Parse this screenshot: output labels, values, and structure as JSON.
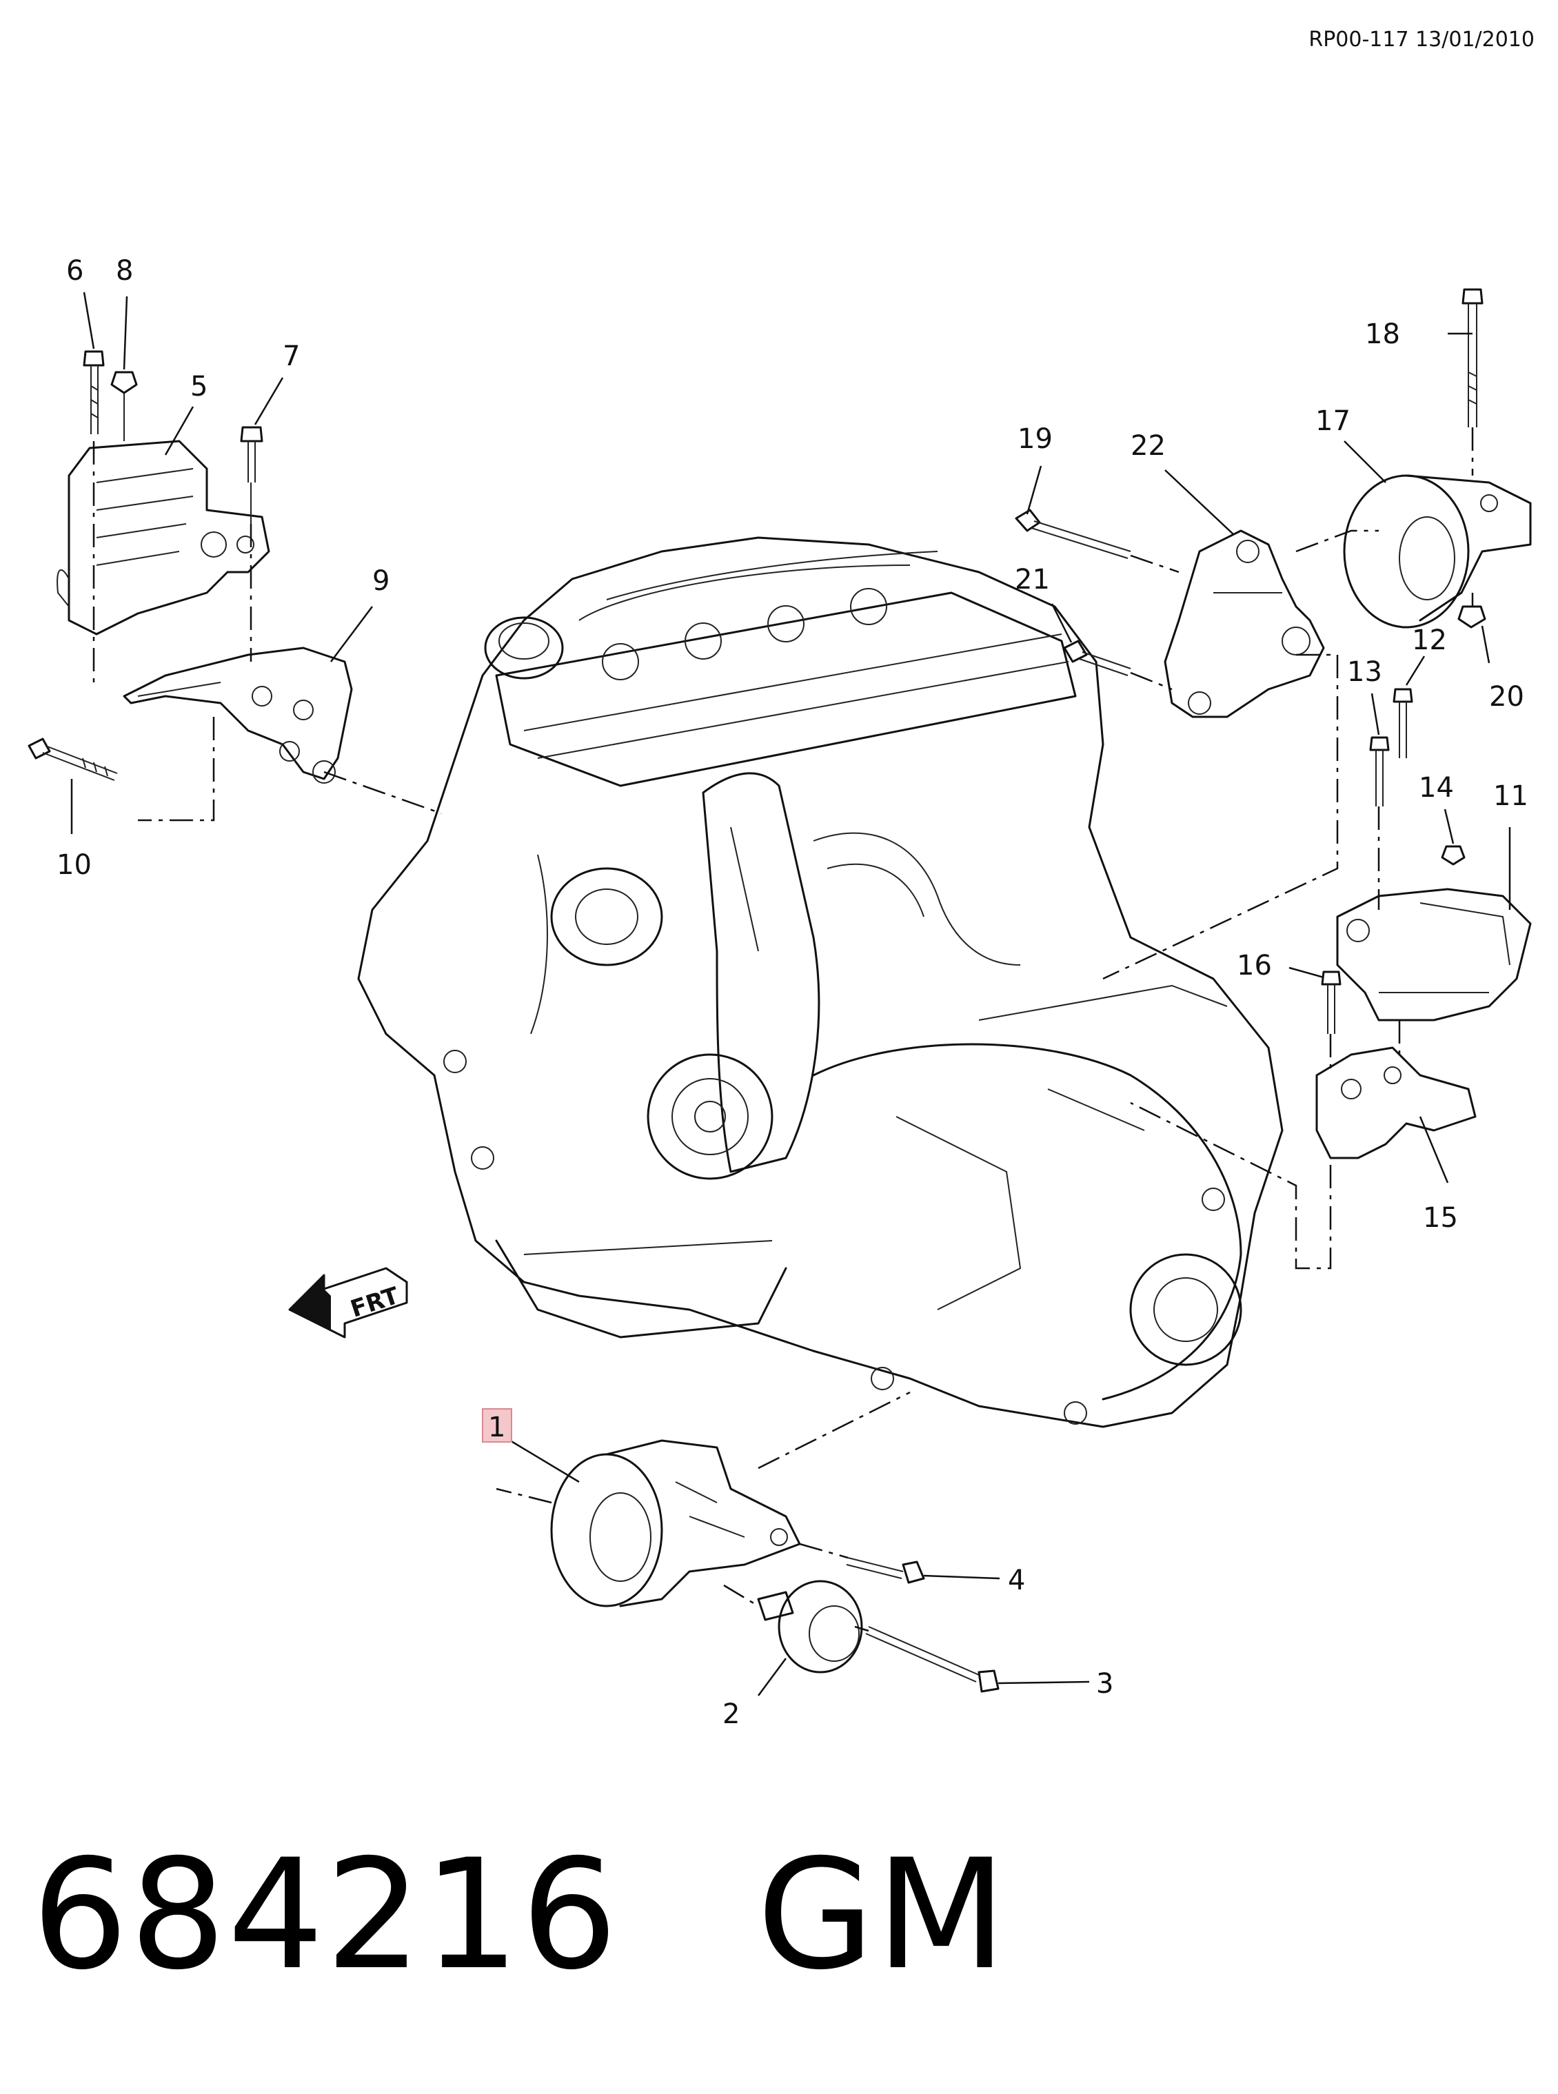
{
  "reference": "RP00-117 13/01/2010",
  "callouts": [
    "1",
    "2",
    "3",
    "4",
    "5",
    "6",
    "7",
    "8",
    "9",
    "10",
    "11",
    "12",
    "13",
    "14",
    "15",
    "16",
    "17",
    "18",
    "19",
    "20",
    "21",
    "22"
  ],
  "direction_label": "FRT",
  "highlighted_callout": "1",
  "highlight_color": "#f4c7cb",
  "footer": {
    "part_number": "684216",
    "brand": "GM"
  }
}
